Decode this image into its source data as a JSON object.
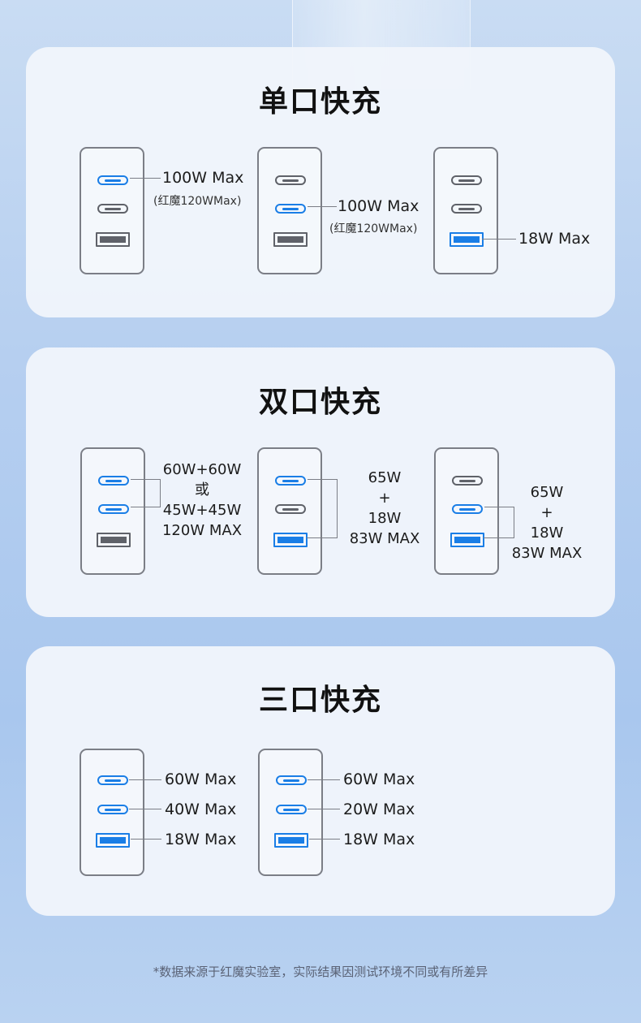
{
  "sections": {
    "single": {
      "title": "单口快充",
      "c1": {
        "label": "100W Max",
        "note": "(红魔120WMax)"
      },
      "c2": {
        "label": "100W Max",
        "note": "(红魔120WMax)"
      },
      "c3": {
        "label": "18W Max"
      }
    },
    "dual": {
      "title": "双口快充",
      "c1": {
        "lines": [
          "60W+60W",
          "或",
          "45W+45W",
          "120W MAX"
        ]
      },
      "c2": {
        "lines": [
          "65W",
          "+",
          "18W",
          "83W MAX"
        ]
      },
      "c3": {
        "lines": [
          "65W",
          "+",
          "18W",
          "83W MAX"
        ]
      }
    },
    "triple": {
      "title": "三口快充",
      "c1": {
        "labels": [
          "60W Max",
          "40W Max",
          "18W Max"
        ]
      },
      "c2": {
        "labels": [
          "60W Max",
          "20W Max",
          "18W Max"
        ]
      }
    }
  },
  "footer": "*数据来源于红魔实验室，实际结果因测试环境不同或有所差异",
  "colors": {
    "active_port": "#1a7ee6",
    "idle_port": "#5f6269",
    "card_bg": "#f0f5fb"
  },
  "icons": {
    "port_c": "usb-c-port-icon",
    "port_a": "usb-a-port-icon",
    "device": "charger-icon"
  }
}
